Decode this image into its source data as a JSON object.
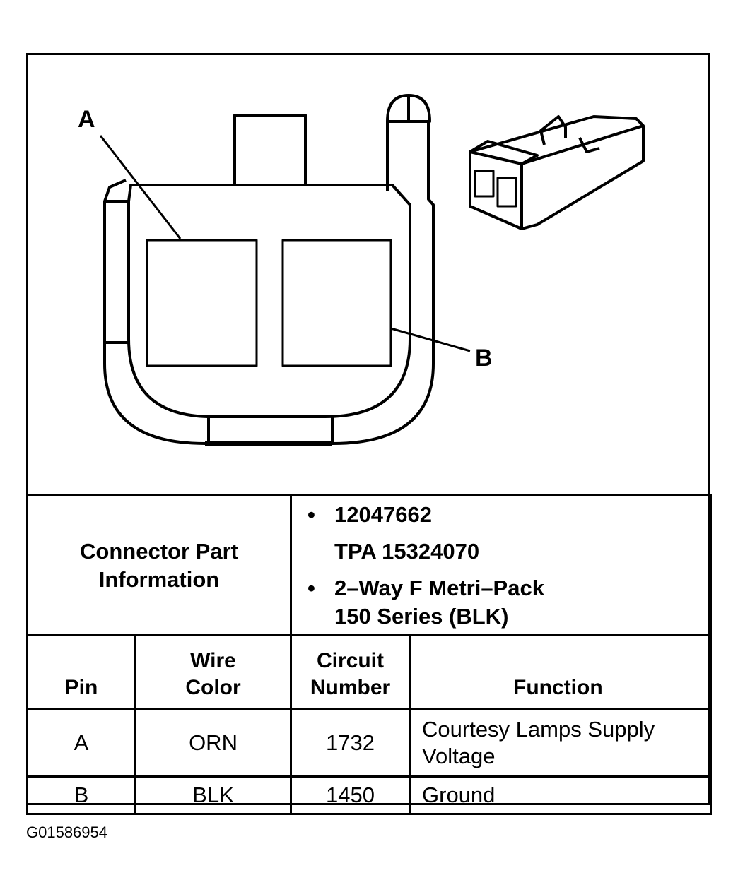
{
  "callouts": {
    "a": "A",
    "b": "B"
  },
  "part_info": {
    "label_line1": "Connector Part",
    "label_line2": "Information",
    "bullet": "•",
    "part_number": "12047662",
    "tpa": "TPA 15324070",
    "type_line1": "2–Way F Metri–Pack",
    "type_line2": "150 Series (BLK)"
  },
  "table": {
    "headers": {
      "pin": "Pin",
      "wire_color_1": "Wire",
      "wire_color_2": "Color",
      "circuit_1": "Circuit",
      "circuit_2": "Number",
      "function": "Function"
    },
    "rows": [
      {
        "pin": "A",
        "color": "ORN",
        "circuit": "1732",
        "function_1": "Courtesy Lamps Supply",
        "function_2": "Voltage"
      },
      {
        "pin": "B",
        "color": "BLK",
        "circuit": "1450",
        "function_1": "Ground",
        "function_2": ""
      }
    ]
  },
  "figure_id": "G01586954"
}
